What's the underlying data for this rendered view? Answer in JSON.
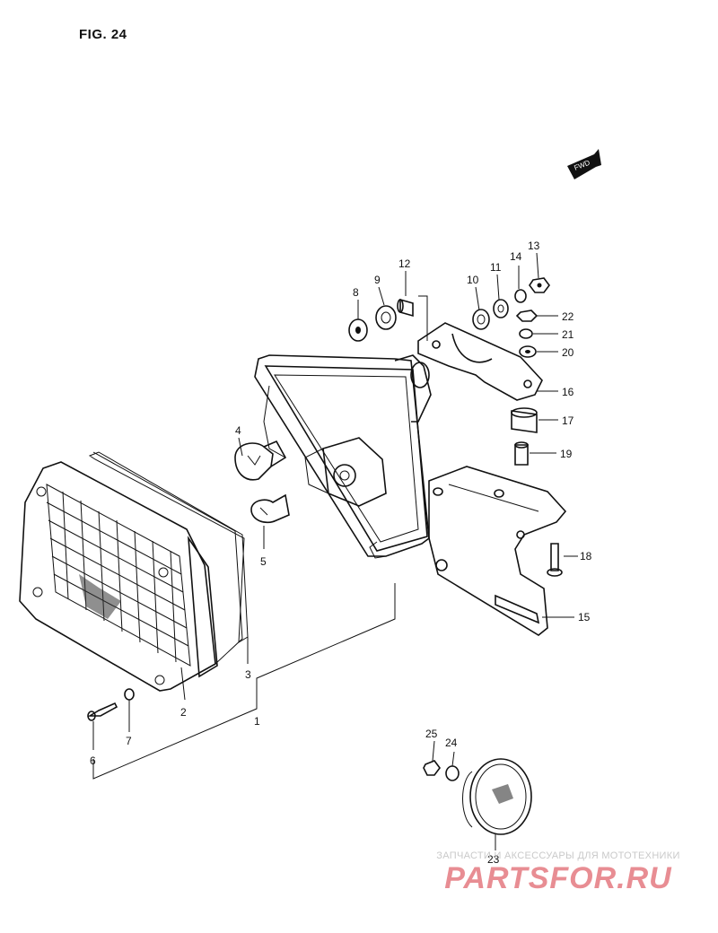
{
  "figure": {
    "title": "FIG. 24"
  },
  "arrow_label": "FWD",
  "callouts": [
    "1",
    "2",
    "3",
    "4",
    "5",
    "6",
    "7",
    "8",
    "9",
    "10",
    "11",
    "12",
    "13",
    "14",
    "15",
    "16",
    "17",
    "18",
    "19",
    "20",
    "21",
    "22",
    "23",
    "24",
    "25"
  ],
  "watermark": {
    "tagline": "ЗАПЧАСТИ И АКСЕССУАРЫ ДЛЯ МОТОТЕХНИКИ",
    "logo": "PARTSFOR.RU"
  },
  "colors": {
    "ink": "#111111",
    "watermark_red": "#d6303a",
    "watermark_grey": "#c9c9c9"
  }
}
